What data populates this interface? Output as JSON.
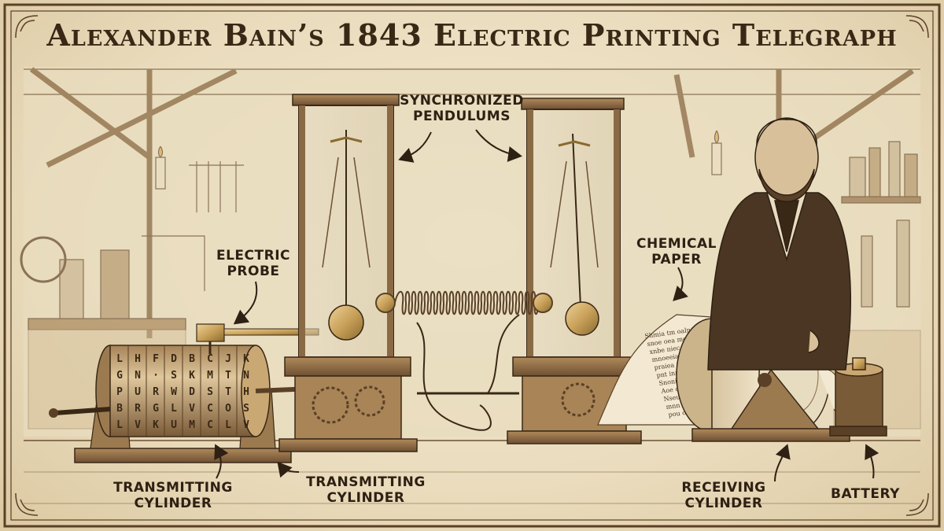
{
  "title": "Alexander Bain’s 1843 Electric Printing Telegraph",
  "labels": {
    "pendulums": [
      "Synchronized",
      "Pendulums"
    ],
    "probe": [
      "Electric",
      "Probe"
    ],
    "chemical_paper": [
      "Chemical",
      "Paper"
    ],
    "transmitting_cylinder_1": [
      "Transmitting",
      "Cylinder"
    ],
    "transmitting_cylinder_2": [
      "Transmitting",
      "Cylinder"
    ],
    "receiving_cylinder": [
      "Receiving",
      "Cylinder"
    ],
    "battery": [
      "Battery"
    ]
  },
  "cylinder_letters": [
    [
      "L",
      "H",
      "F",
      "D",
      "B",
      "C",
      "J",
      "K"
    ],
    [
      "G",
      "N",
      "·",
      "S",
      "K",
      "M",
      "T",
      "N"
    ],
    [
      "P",
      "U",
      "R",
      "W",
      "D",
      "S",
      "T",
      "H"
    ],
    [
      "B",
      "R",
      "G",
      "L",
      "V",
      "C",
      "O",
      "S"
    ],
    [
      "L",
      "V",
      "K",
      "U",
      "M",
      "C",
      "L",
      "V"
    ]
  ],
  "paper_text": [
    "Shmia tm oaln",
    "snoe oea me",
    "xnbe niec nsat",
    "mnoeeiae paea",
    "praiea peace",
    "pnt inme wii",
    "Snonie o cau",
    "Aoe oeo ieea",
    "Nseu toe ean",
    "mnn onoae",
    "pou ooe sstio"
  ],
  "colors": {
    "ink": "#2e2013",
    "paper": "#efe4cc",
    "brass": "#c9a15a",
    "wood": "#8a6a45"
  }
}
